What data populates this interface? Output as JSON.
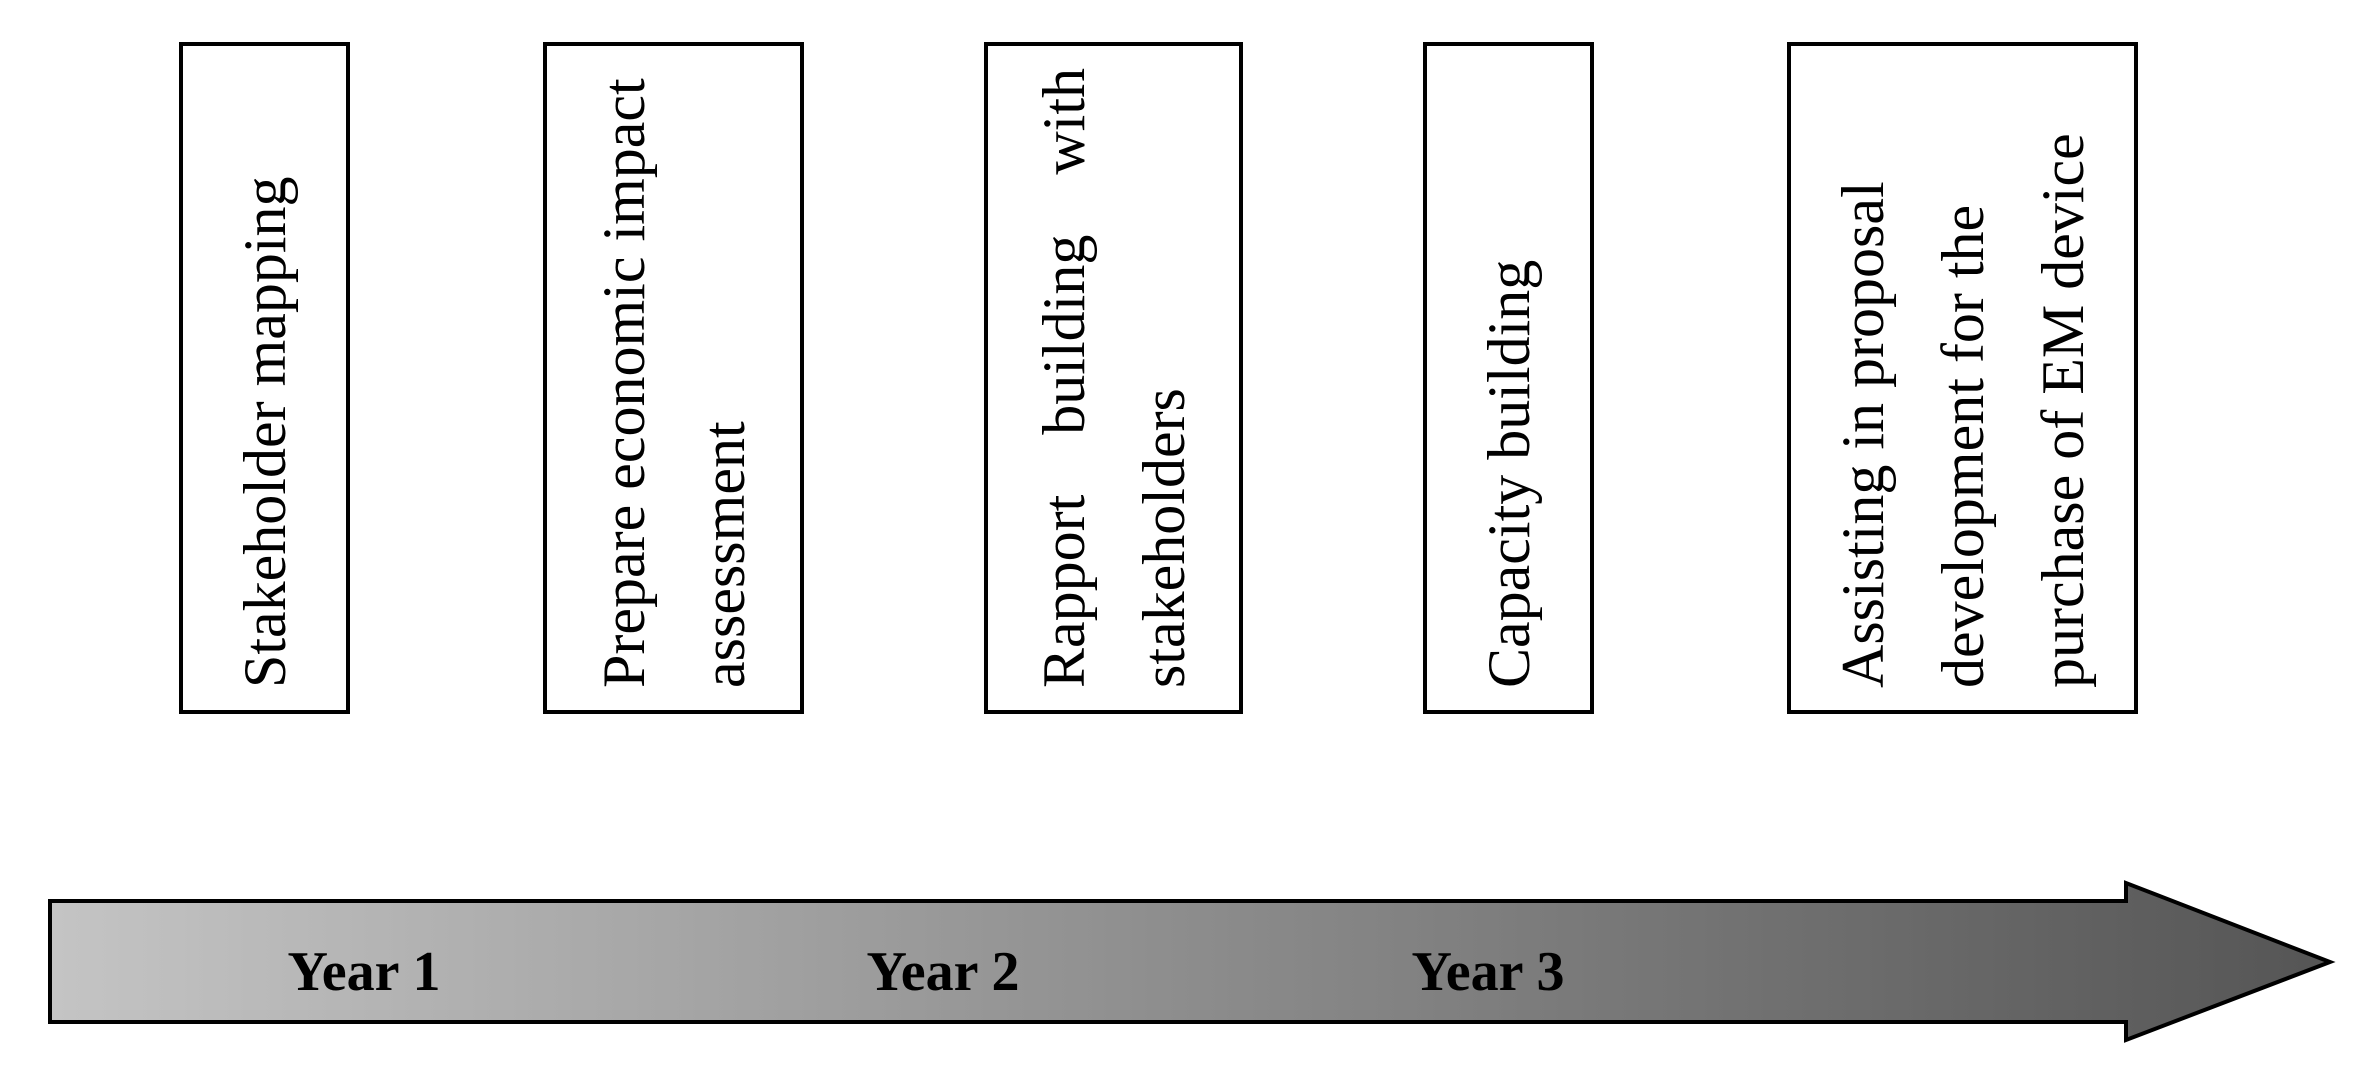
{
  "boxes": [
    {
      "label": "Stakeholder mapping"
    },
    {
      "label": "Prepare economic impact assessment"
    },
    {
      "label": "Rapport building with stakeholders"
    },
    {
      "label": "Capacity building"
    },
    {
      "label": "Assisting in proposal development for the purchase of EM device"
    }
  ],
  "timeline": {
    "years": [
      "Year 1",
      "Year 2",
      "Year 3"
    ],
    "gradient_start": "#c4c4c4",
    "gradient_end": "#555555"
  }
}
